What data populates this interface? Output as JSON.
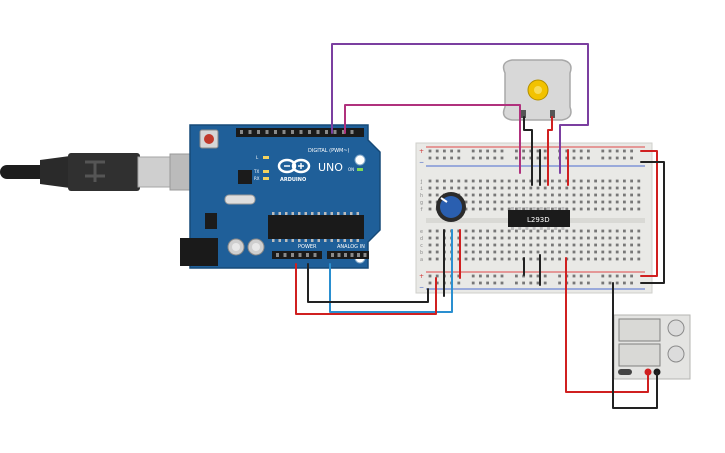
{
  "arduino": {
    "brand": "ARDUINO",
    "model": "UNO",
    "digital_label": "DIGITAL (PWM~)",
    "power_label": "POWER",
    "analog_label": "ANALOG IN",
    "led_l": "L",
    "led_tx": "TX",
    "led_rx": "RX",
    "on_label": "ON"
  },
  "driver_chip": {
    "label": "L293D"
  },
  "breadboard": {
    "row_letters_top": [
      "j",
      "i",
      "h",
      "g",
      "f"
    ],
    "row_letters_bottom": [
      "e",
      "d",
      "c",
      "b",
      "a"
    ],
    "plus": "+",
    "minus": "−"
  },
  "power_supply": {
    "display_top": "",
    "display_bottom": ""
  },
  "colors": {
    "board_blue": "#1f5f99",
    "wire_purple": "#7b3fa0",
    "wire_magenta": "#b0317d",
    "wire_red": "#d02020",
    "wire_blue": "#2a8fd0",
    "wire_black": "#222222",
    "breadboard": "#e9e9e6",
    "motor_body": "#d8d8d8",
    "motor_shaft": "#f2c200"
  },
  "icons": {
    "usb": "usb-plug-icon",
    "infinity": "arduino-infinity-icon"
  }
}
